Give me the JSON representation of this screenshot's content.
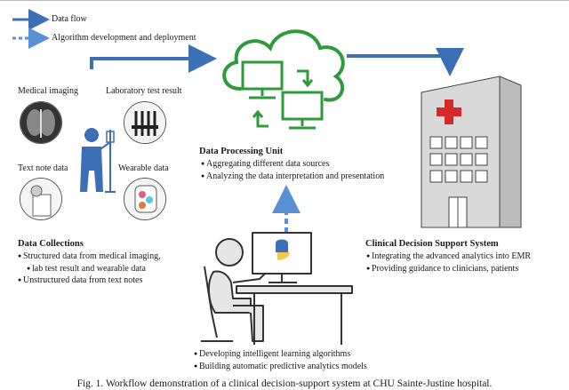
{
  "legend": {
    "data_flow": "Data flow",
    "algorithm": "Algorithm development and deployment"
  },
  "inputs": {
    "medical_imaging": "Medical imaging",
    "lab_test": "Laboratory test result",
    "text_note": "Text note data",
    "wearable": "Wearable data"
  },
  "data_collections": {
    "title": "Data Collections",
    "bullets": [
      "Structured data from medical imaging,",
      "lab test result and wearable data",
      "Unstructured data from text notes"
    ]
  },
  "processing": {
    "title": "Data Processing Unit",
    "bullets": [
      "Aggregating different data sources",
      "Analyzing the data interpretation and presentation"
    ]
  },
  "cdss": {
    "title": "Clinical Decision Support System",
    "bullets": [
      "Integrating the advanced analytics into EMR",
      "Providing guidance to clinicians, patients"
    ]
  },
  "development": {
    "bullets": [
      "Developing intelligent learning algorithms",
      "Building automatic predictive analytics models"
    ]
  },
  "caption": "Fig. 1. Workflow demonstration of a clinical decision-support system at CHU Sainte-Justine hospital.",
  "colors": {
    "arrow_blue": "#3d6fb6",
    "dashed_blue": "#5b8fd6",
    "cloud_green": "#2e9b3b",
    "hospital_gray": "#d9d9d9",
    "cross_red": "#d62a2a",
    "person_gray": "#e6e6e6"
  },
  "icons": [
    "cloud-icon",
    "computer-icon",
    "hospital-icon",
    "patient-icon",
    "developer-icon",
    "python-logo-icon"
  ]
}
